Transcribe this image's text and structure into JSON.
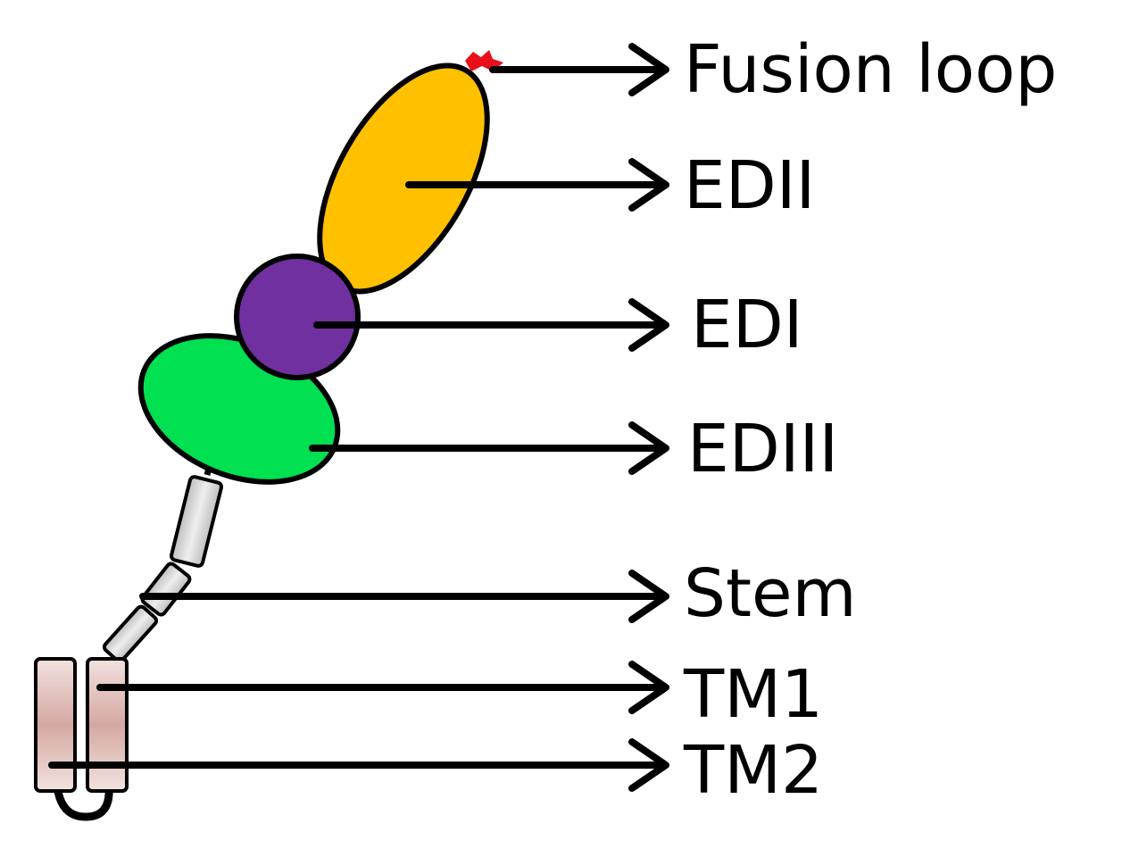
{
  "labels": {
    "fusion_loop": "Fusion loop",
    "edii": "EDII",
    "edi": "EDI",
    "ediii": "EDIII",
    "stem": "Stem",
    "tm1": "TM1",
    "tm2": "TM2"
  },
  "colors": {
    "edii": "#FFC000",
    "edi": "#7030A0",
    "ediii": "#00E050",
    "fusion_loop": "#E8101A",
    "stem": "#D9D9D9",
    "tm": "#E6C8C4",
    "outline": "#000000"
  }
}
